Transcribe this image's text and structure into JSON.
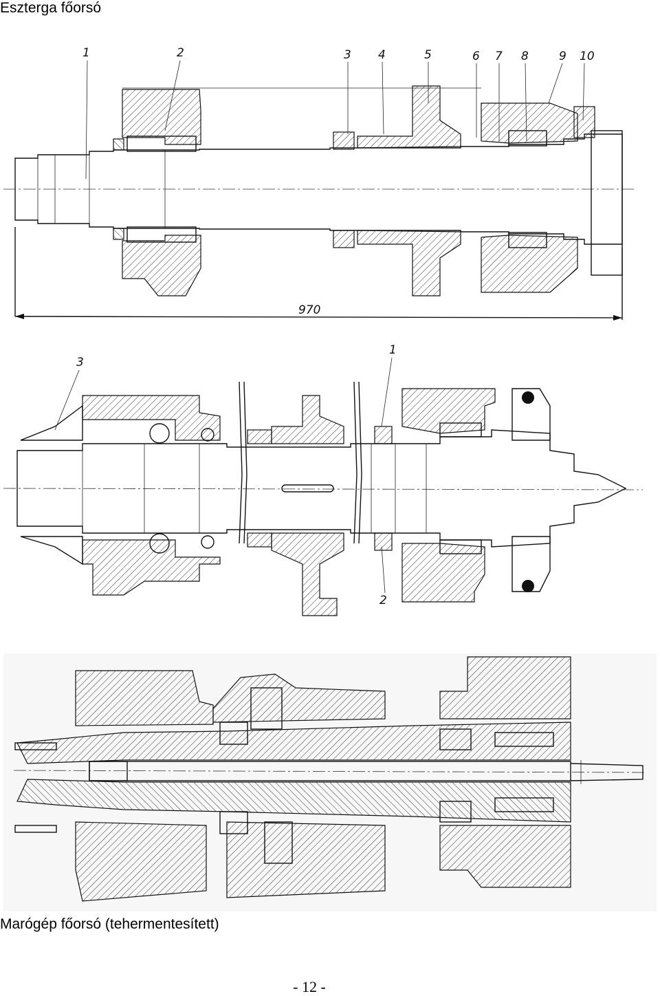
{
  "page": {
    "title_top": "Eszterga főorsó",
    "title_bottom": "Marógép főorsó (tehermentesített)",
    "page_number": "- 12 -"
  },
  "drawing1": {
    "part_labels": [
      "1",
      "2",
      "3",
      "4",
      "5",
      "6",
      "7",
      "8",
      "9",
      "10"
    ],
    "dimension": "970"
  },
  "drawing2": {
    "part_labels": [
      "3",
      "1",
      "2"
    ]
  }
}
